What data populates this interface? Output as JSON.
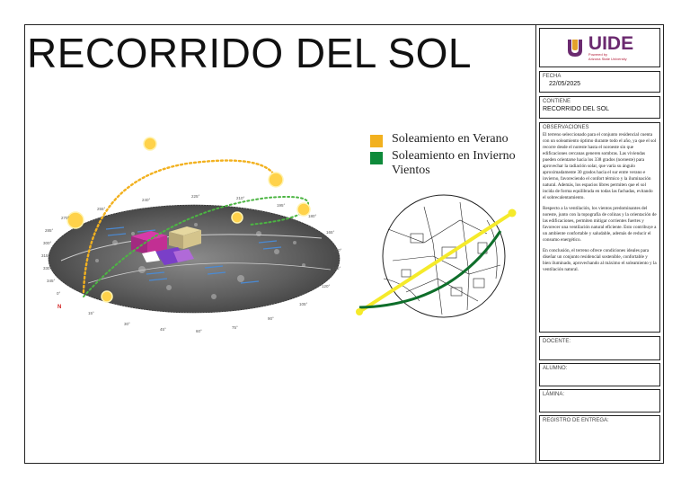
{
  "title": "RECORRIDO DEL SOL",
  "legend": [
    {
      "label": "Soleamiento en Verano",
      "color": "#f2b11f"
    },
    {
      "label": "Soleamiento en Invierno",
      "color": "#0e8a3a"
    },
    {
      "label": "Vientos",
      "color": ""
    }
  ],
  "logo": {
    "name": "UIDE",
    "sub1": "Powered by",
    "sub2": "Arizona State University",
    "color": "#6b2a6f"
  },
  "panel": {
    "fecha_label": "FECHA",
    "fecha_value": "22/05/2025",
    "contiene_label": "CONTIENE",
    "contiene_value": "RECORRIDO DEL SOL",
    "observaciones_label": "OBSERVACIONES",
    "observaciones_paragraphs": [
      "El terreno seleccionado para el conjunto residencial cuenta con un soleamiento óptimo durante todo el año, ya que el sol recorre desde el noreste hasta el noroeste sin que edificaciones cercanas generen sombras. Las viviendas pueden orientarse hacia los 338 grados (noroeste) para aprovechar la radiación solar, que varía su ángulo aproximadamente 30 grados hacia el sur entre verano e invierno, favoreciendo el confort térmico y la iluminación natural. Además, los espacios libres permiten que el sol incida de forma equilibrada en todas las fachadas, evitando el sobrecalentamiento.",
      "Respecto a la ventilación, los vientos predominantes del noreste, junto con la topografía de colinas y la orientación de las edificaciones, permiten mitigar corrientes fuertes y favorecer una ventilación natural eficiente. Esto contribuye a un ambiente confortable y saludable, además de reducir el consumo energético.",
      "En conclusión, el terreno ofrece condiciones ideales para diseñar un conjunto residencial sostenible, confortable y bien iluminado, aprovechando al máximo el soleamiento y la ventilación natural."
    ],
    "docente_label": "DOCENTE:",
    "alumno_label": "ALUMNO:",
    "lamina_label": "LÁMINA:",
    "registro_label": "REGISTRO DE ENTREGA:"
  },
  "compass_labels": {
    "n_marker": "N",
    "ring": [
      "285°",
      "300°",
      "315°",
      "330°",
      "345°",
      "0°",
      "15°",
      "30°",
      "45°",
      "60°",
      "75°",
      "90°",
      "105°",
      "120°",
      "135°",
      "150°",
      "165°",
      "180°",
      "195°",
      "210°",
      "225°",
      "240°",
      "255°",
      "270°"
    ]
  }
}
